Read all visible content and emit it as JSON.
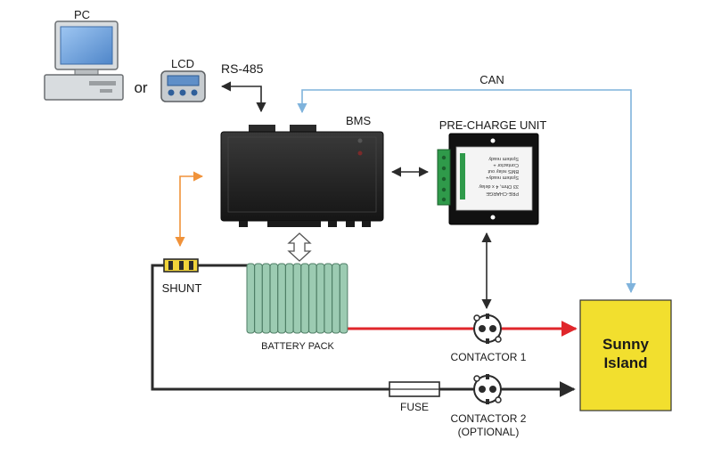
{
  "labels": {
    "pc": "PC",
    "or": "or",
    "lcd": "LCD",
    "rs485": "RS-485",
    "can": "CAN",
    "bms": "BMS",
    "precharge": "PRE-CHARGE UNIT",
    "shunt": "SHUNT",
    "battery_pack": "BATTERY PACK",
    "contactor1": "CONTACTOR 1",
    "fuse": "FUSE",
    "contactor2": "CONTACTOR 2",
    "optional": "(OPTIONAL)",
    "sunny": "Sunny",
    "island": "Island"
  },
  "precharge_panel_text": [
    "PRE-CHARGE",
    "33 Ohm, 4 x delay",
    "System ready+",
    "BMS relay out",
    "Contactor +",
    "System ready"
  ],
  "colors": {
    "can_line": "#7fb3dc",
    "shunt_signal": "#f0923a",
    "positive_line": "#e0262b",
    "negative_line": "#2b2b2b",
    "sunny_island_fill": "#f2df2e",
    "battery_cell": "#9ccbb2",
    "terminal_green": "#2f9a4a"
  }
}
